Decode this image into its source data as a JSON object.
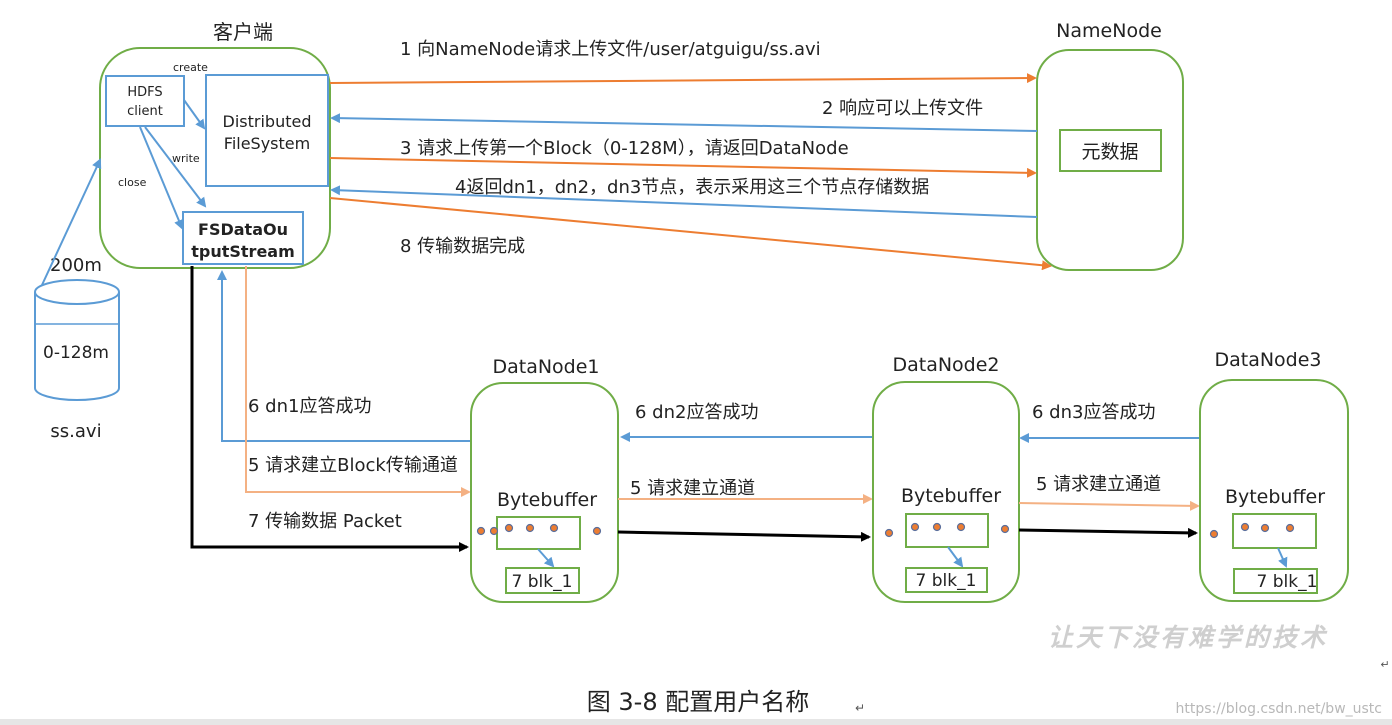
{
  "client": {
    "title": "客户端",
    "hdfs_client": [
      "HDFS",
      "client"
    ],
    "dfs": [
      "Distributed",
      "FileSystem"
    ],
    "fsdos": [
      "FSDataOu",
      "tputStream"
    ],
    "label_create": "create",
    "label_write": "write",
    "label_close": "close"
  },
  "file": {
    "size": "200m",
    "block": "0-128m",
    "name": "ss.avi"
  },
  "namenode": {
    "title": "NameNode",
    "meta": "元数据"
  },
  "messages": {
    "m1": "1 向NameNode请求上传文件/user/atguigu/ss.avi",
    "m2": "2 响应可以上传文件",
    "m3": "3 请求上传第一个Block（0-128M），请返回DataNode",
    "m4": "4返回dn1，dn2，dn3节点，表示采用这三个节点存储数据",
    "m8": "8 传输数据完成",
    "ack_dn1": "6 dn1应答成功",
    "req_block": "5 请求建立Block传输通道",
    "transfer": "7 传输数据  Packet",
    "ack_dn2": "6 dn2应答成功",
    "req_ch_1": "5 请求建立通道",
    "ack_dn3": "6 dn3应答成功",
    "req_ch_2": "5 请求建立通道"
  },
  "datanodes": [
    {
      "title": "DataNode1",
      "buffer": "Bytebuffer",
      "blk": "7 blk_1"
    },
    {
      "title": "DataNode2",
      "buffer": "Bytebuffer",
      "blk": "7 blk_1"
    },
    {
      "title": "DataNode3",
      "buffer": "Bytebuffer",
      "blk": "7 blk_1"
    }
  ],
  "watermark": "让天下没有难学的技术",
  "caption": "图 3-8    配置用户名称",
  "caption_mark": "↵",
  "corner_mark": "↵",
  "site": "https://blog.csdn.net/bw_ustc",
  "colors": {
    "green": "#70ad47",
    "blue": "#5b9bd5",
    "orange": "#ed7d31",
    "peach": "#f4b183",
    "black": "#000000"
  }
}
